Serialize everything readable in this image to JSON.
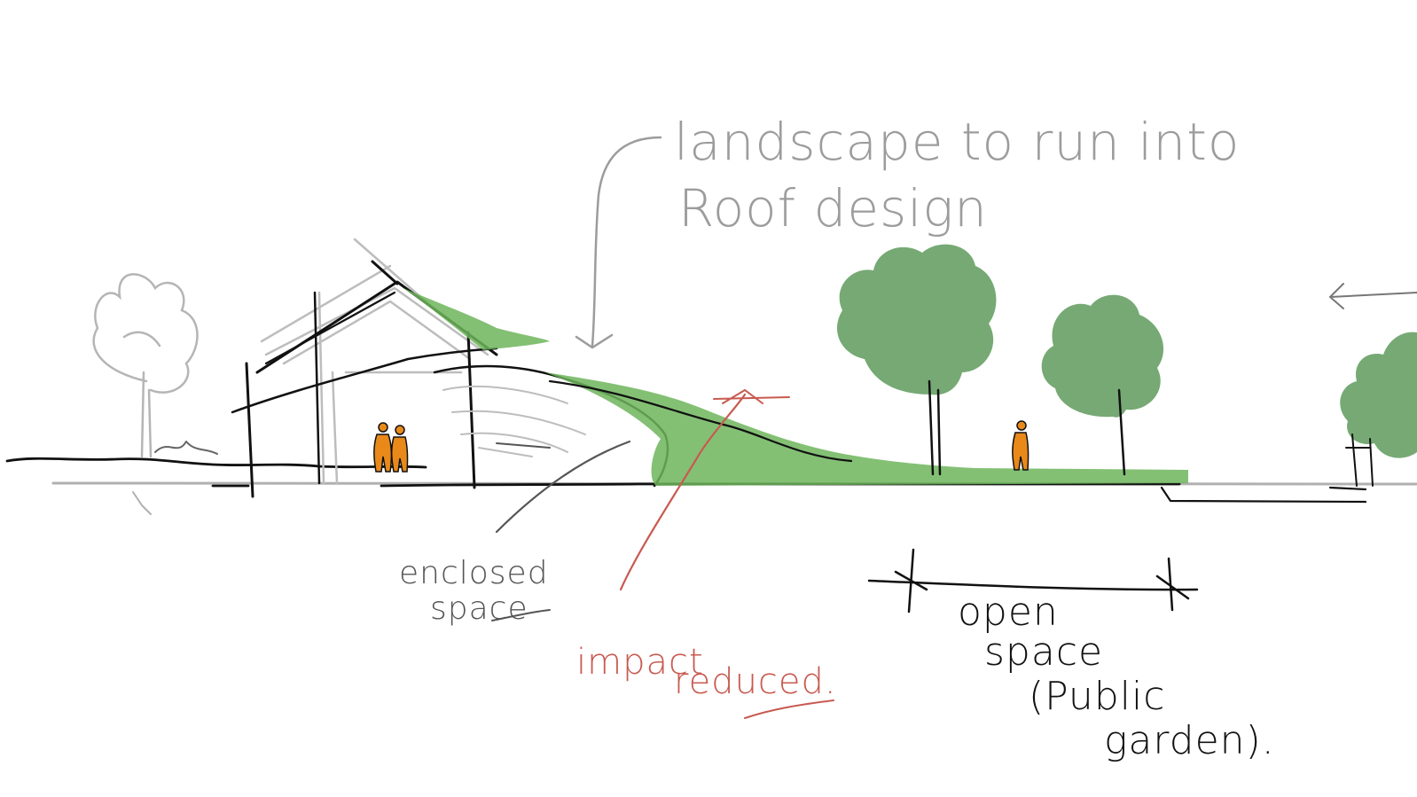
{
  "annotations": {
    "landscape_line1": "landscape to run into",
    "landscape_line2": "Roof design",
    "enclosed_line1": "enclosed",
    "enclosed_line2": "space",
    "impact_line1": "impact",
    "impact_line2": "reduced.",
    "open_line1": "open",
    "open_line2": "space",
    "open_line3": "(Public",
    "open_line4": "garden)."
  },
  "colors": {
    "ink": "#111111",
    "pencil": "#a8a8a8",
    "green_roof": "#6db55c",
    "tree_green": "#5e9a5c",
    "figure_orange": "#e8891a",
    "red_pen": "#c85a50"
  }
}
